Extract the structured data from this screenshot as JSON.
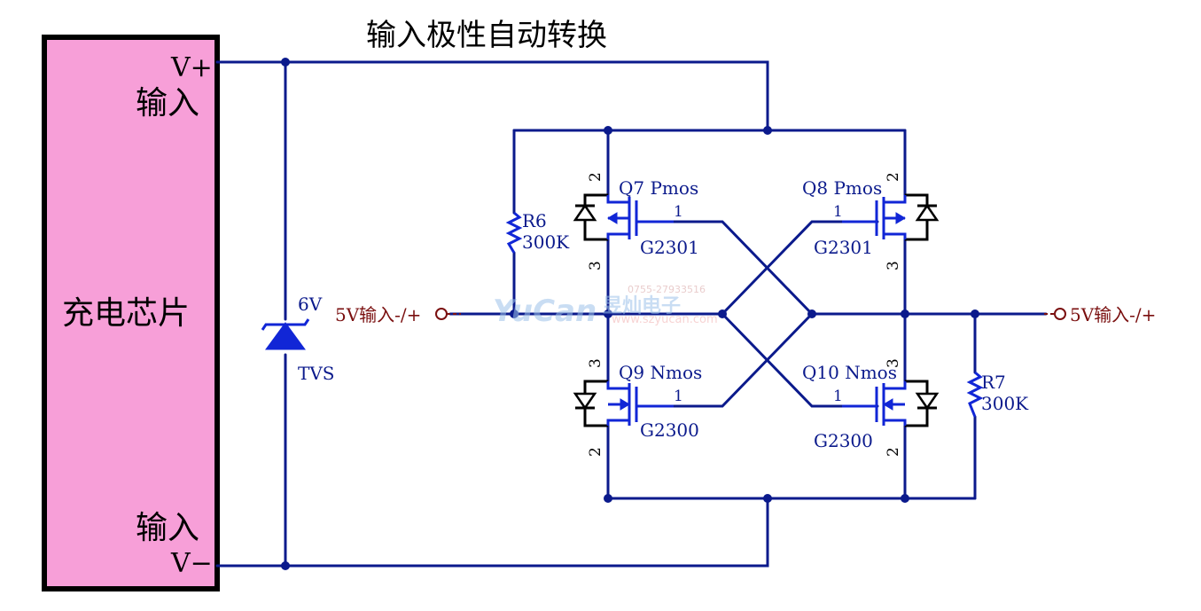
{
  "title": "输入极性自动转换",
  "chip": {
    "label": "充电芯片",
    "pin_top": "V+",
    "pin_top_sub": "输入",
    "pin_bottom": "V−",
    "pin_bottom_sub": "输入"
  },
  "tvs": {
    "label": "TVS",
    "voltage": "6V"
  },
  "r6": {
    "name": "R6",
    "value": "300K"
  },
  "r7": {
    "name": "R7",
    "value": "300K"
  },
  "q7": {
    "name": "Q7 Pmos",
    "part": "G2301"
  },
  "q8": {
    "name": "Q8 Pmos",
    "part": "G2301"
  },
  "q9": {
    "name": "Q9 Nmos",
    "part": "G2300"
  },
  "q10": {
    "name": "Q10 Nmos",
    "part": "G2300"
  },
  "pins": {
    "one": "1",
    "two": "2",
    "three": "3"
  },
  "io": {
    "left": "5V输入-/+",
    "right": "5V输入-/+"
  },
  "watermark": {
    "brand": "YuCan",
    "cn": "昱灿电子",
    "phone": "0755-27933516",
    "url": "www.szyucan.com"
  },
  "colors": {
    "chip_fill": "#f79fd8",
    "wire": "#0b1a8c",
    "device": "#1126d6",
    "io_text": "#7a0f0f"
  }
}
